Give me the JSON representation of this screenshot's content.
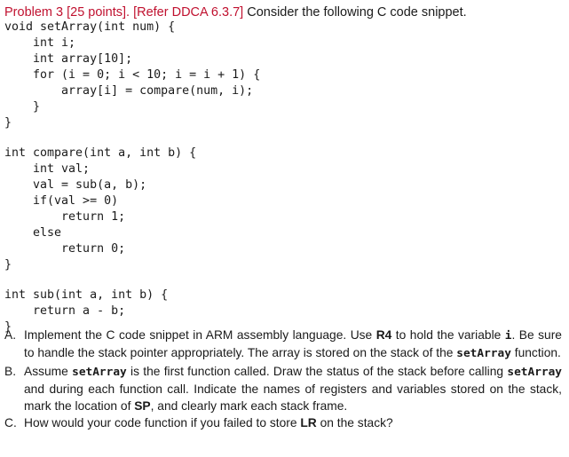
{
  "heading": {
    "label": "Problem 3 [25 points].",
    "reference": "[Refer DDCA 6.3.7]",
    "text": " Consider the following C code snippet."
  },
  "code_lines": [
    "void setArray(int num) {",
    "    int i;",
    "    int array[10];",
    "    for (i = 0; i < 10; i = i + 1) {",
    "        array[i] = compare(num, i);",
    "    }",
    "}",
    "",
    "int compare(int a, int b) {",
    "    int val;",
    "    val = sub(a, b);",
    "    if(val >= 0)",
    "        return 1;",
    "    else",
    "        return 0;",
    "}",
    "",
    "int sub(int a, int b) {",
    "    return a - b;",
    "}"
  ],
  "questions": [
    {
      "marker": "A.",
      "parts": [
        {
          "t": "text",
          "v": "Implement the C code snippet in ARM assembly language. Use "
        },
        {
          "t": "bold",
          "v": "R4"
        },
        {
          "t": "text",
          "v": " to hold the variable "
        },
        {
          "t": "mono",
          "v": "i"
        },
        {
          "t": "text",
          "v": ". Be sure to handle the stack pointer appropriately. The array is stored on the stack of the "
        },
        {
          "t": "mono",
          "v": "setArray"
        },
        {
          "t": "text",
          "v": " function."
        }
      ]
    },
    {
      "marker": "B.",
      "parts": [
        {
          "t": "text",
          "v": "Assume "
        },
        {
          "t": "mono",
          "v": "setArray"
        },
        {
          "t": "text",
          "v": " is the first function called. Draw the status of the stack before calling "
        },
        {
          "t": "mono",
          "v": "setArray"
        },
        {
          "t": "text",
          "v": " and during each function call. Indicate the names of registers and variables stored on the stack, mark the location of "
        },
        {
          "t": "bold",
          "v": "SP"
        },
        {
          "t": "text",
          "v": ", and clearly mark each stack frame."
        }
      ]
    },
    {
      "marker": "C.",
      "parts": [
        {
          "t": "text",
          "v": "How would your code function if you failed to store "
        },
        {
          "t": "bold",
          "v": "LR"
        },
        {
          "t": "text",
          "v": " on the stack?"
        }
      ]
    }
  ]
}
